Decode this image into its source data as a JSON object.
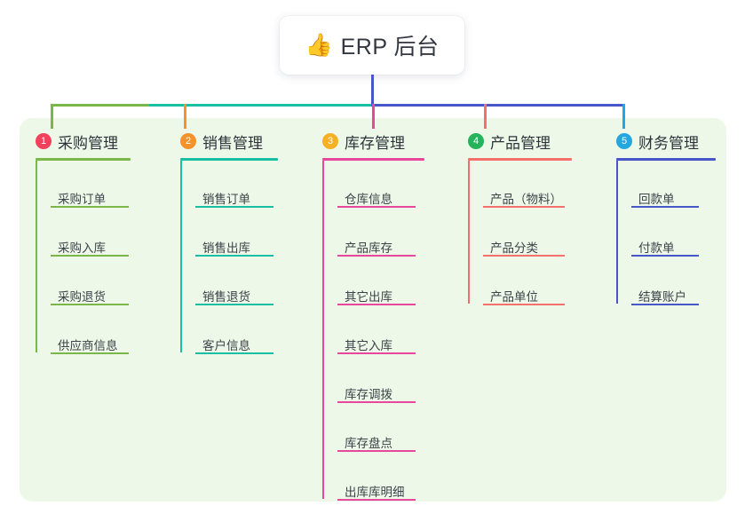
{
  "root": {
    "icon": "thumbs-up-icon",
    "icon_glyph": "👍",
    "title": "ERP 后台"
  },
  "colors": {
    "panel_bg": "#eef8e9",
    "root_stem": "#4757c9",
    "bus_green": "#7ab648",
    "bus_teal": "#18bfa2",
    "bus_blue": "#4757c9"
  },
  "columns": [
    {
      "number": "1",
      "title": "采购管理",
      "badge_color": "#f2415a",
      "line_color": "#7ab648",
      "stub_color": "#7ab648",
      "items": [
        "采购订单",
        "采购入库",
        "采购退货",
        "供应商信息"
      ]
    },
    {
      "number": "2",
      "title": "销售管理",
      "badge_color": "#f5932a",
      "line_color": "#18bfa2",
      "stub_color": "#f5932a",
      "items": [
        "销售订单",
        "销售出库",
        "销售退货",
        "客户信息"
      ]
    },
    {
      "number": "3",
      "title": "库存管理",
      "badge_color": "#f5b024",
      "line_color": "#e8489b",
      "stub_color": "#e8489b",
      "items": [
        "仓库信息",
        "产品库存",
        "其它出库",
        "其它入库",
        "库存调拨",
        "库存盘点",
        "出库库明细"
      ]
    },
    {
      "number": "4",
      "title": "产品管理",
      "badge_color": "#26b35c",
      "line_color": "#f4716b",
      "stub_color": "#f4716b",
      "items": [
        "产品（物料）",
        "产品分类",
        "产品单位"
      ]
    },
    {
      "number": "5",
      "title": "财务管理",
      "badge_color": "#22a7e0",
      "line_color": "#4757c9",
      "stub_color": "#22a7e0",
      "items": [
        "回款单",
        "付款单",
        "结算账户"
      ]
    }
  ]
}
